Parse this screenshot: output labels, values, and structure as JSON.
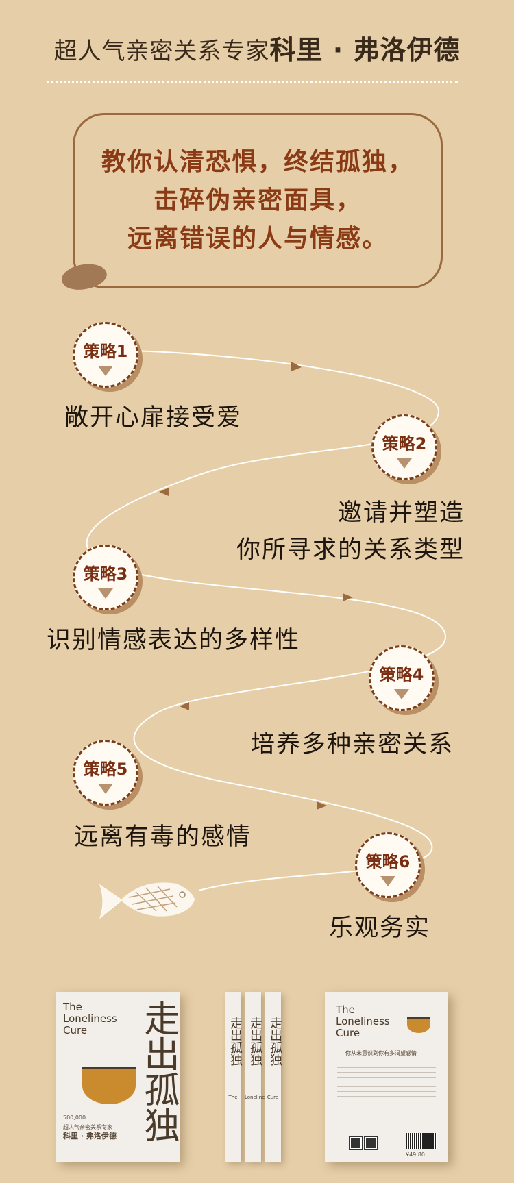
{
  "header": {
    "prefix": "超人气亲密关系专家",
    "name": "科里 · 弗洛伊德"
  },
  "bubble": {
    "lines": [
      "教你认清恐惧，终结孤独，",
      "击碎伪亲密面具，",
      "远离错误的人与情感。"
    ]
  },
  "strategies": [
    {
      "badge": "策略1",
      "text": [
        "敞开心扉接受爱"
      ]
    },
    {
      "badge": "策略2",
      "text": [
        "邀请并塑造",
        "你所寻求的关系类型"
      ]
    },
    {
      "badge": "策略3",
      "text": [
        "识别情感表达的多样性"
      ]
    },
    {
      "badge": "策略4",
      "text": [
        "培养多种亲密关系"
      ]
    },
    {
      "badge": "策略5",
      "text": [
        "远离有毒的感情"
      ]
    },
    {
      "badge": "策略6",
      "text": [
        "乐观务实"
      ]
    }
  ],
  "books": {
    "front": {
      "title_en": [
        "The",
        "Loneliness",
        "Cure"
      ],
      "title_cn": "走出孤独",
      "author": "科里 · 弗洛伊德",
      "author_tag": "超人气亲密关系专家",
      "count": "500,000"
    },
    "spine": {
      "title_cn": "走出孤独",
      "title_en": [
        "The",
        "Loneliness",
        "Cure"
      ]
    },
    "back": {
      "title_en": [
        "The",
        "Loneliness",
        "Cure"
      ],
      "tagline": "你从未意识到你有多渴望感情",
      "price": "¥49.80"
    }
  },
  "colors": {
    "background": "#e6cfa8",
    "accent": "#8a3b16",
    "badge_border": "#7a3e1c"
  }
}
